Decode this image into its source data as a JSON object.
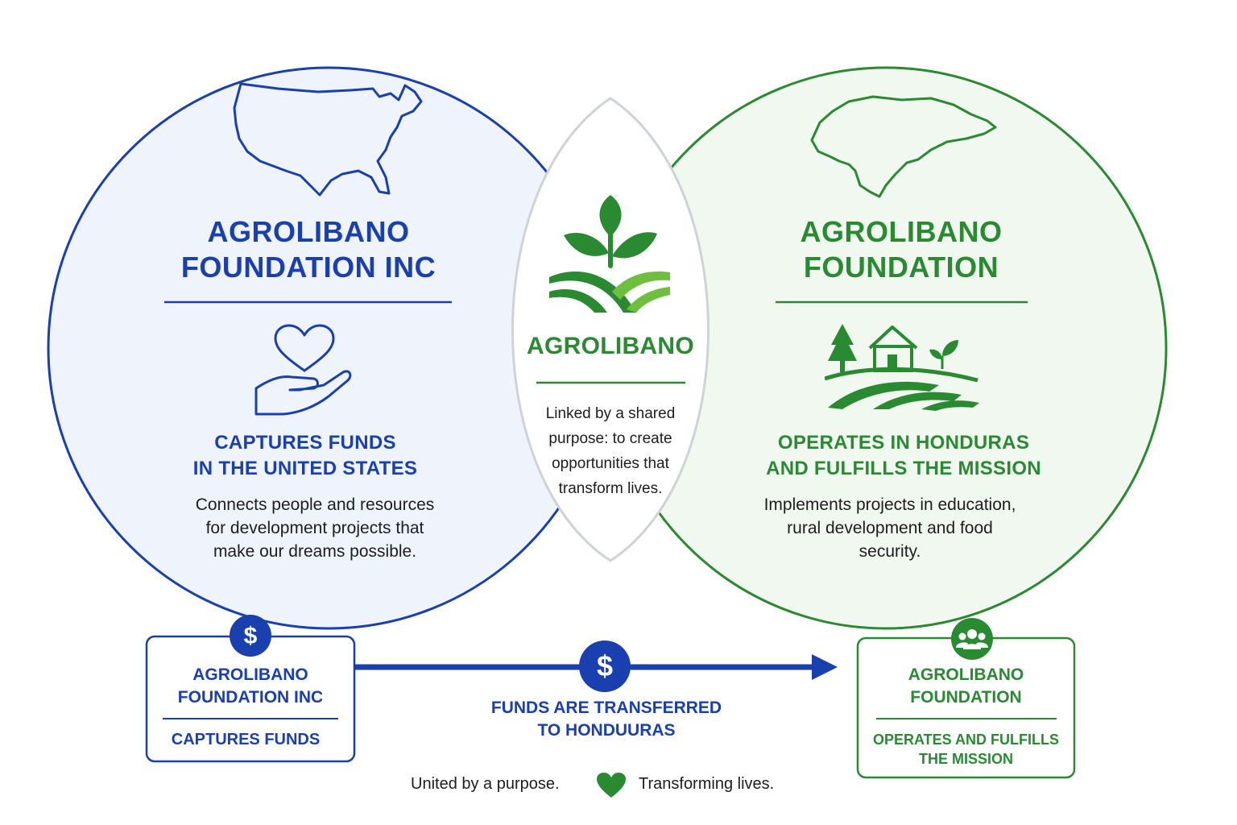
{
  "colors": {
    "blue": "#1a3fae",
    "green": "#2a8a32",
    "blue_fill": "#eef3fc",
    "green_fill": "#f1f8ef",
    "center_fill": "#ffffff"
  },
  "left_circle": {
    "title_line1": "AGROLIBANO",
    "title_line2": "FOUNDATION INC",
    "icon": "usa-map-icon",
    "feature_icon": "heart-hand-icon",
    "subheading_line1": "CAPTURES FUNDS",
    "subheading_line2": "IN THE UNITED STATES",
    "description_line1": "Connects people and resources",
    "description_line2": "for development projects that",
    "description_line3": "make our dreams possible."
  },
  "center": {
    "logo_icon": "agrolibano-sprout-logo-icon",
    "title": "AGROLIBANO",
    "text_line1": "Linked by a shared",
    "text_line2": "purpose: to create",
    "text_line3": "opportunities that",
    "text_line4": "transform lives."
  },
  "right_circle": {
    "title_line1": "AGROLIBANO",
    "title_line2": "FOUNDATION",
    "icon": "honduras-map-icon",
    "feature_icon": "farm-landscape-icon",
    "subheading_line1": "OPERATES IN HONDURAS",
    "subheading_line2": "AND FULFILLS THE MISSION",
    "description_line1": "Implements projects in education,",
    "description_line2": "rural development and food",
    "description_line3": "security."
  },
  "flow": {
    "left_box": {
      "badge_icon": "dollar-icon",
      "title_line1": "AGROLIBANO",
      "title_line2": "FOUNDATION INC",
      "subtitle": "CAPTURES FUNDS"
    },
    "arrow": {
      "badge_icon": "dollar-icon",
      "label_line1": "FUNDS ARE TRANSFERRED",
      "label_line2": "TO HONDUURAS"
    },
    "right_box": {
      "badge_icon": "people-group-icon",
      "title_line1": "AGROLIBANO",
      "title_line2": "FOUNDATION",
      "subtitle_line1": "OPERATES AND FULFILLS",
      "subtitle_line2": "THE MISSION"
    }
  },
  "footer": {
    "left_text": "United by a purpose.",
    "icon": "heart-icon",
    "right_text": "Transforming lives."
  }
}
